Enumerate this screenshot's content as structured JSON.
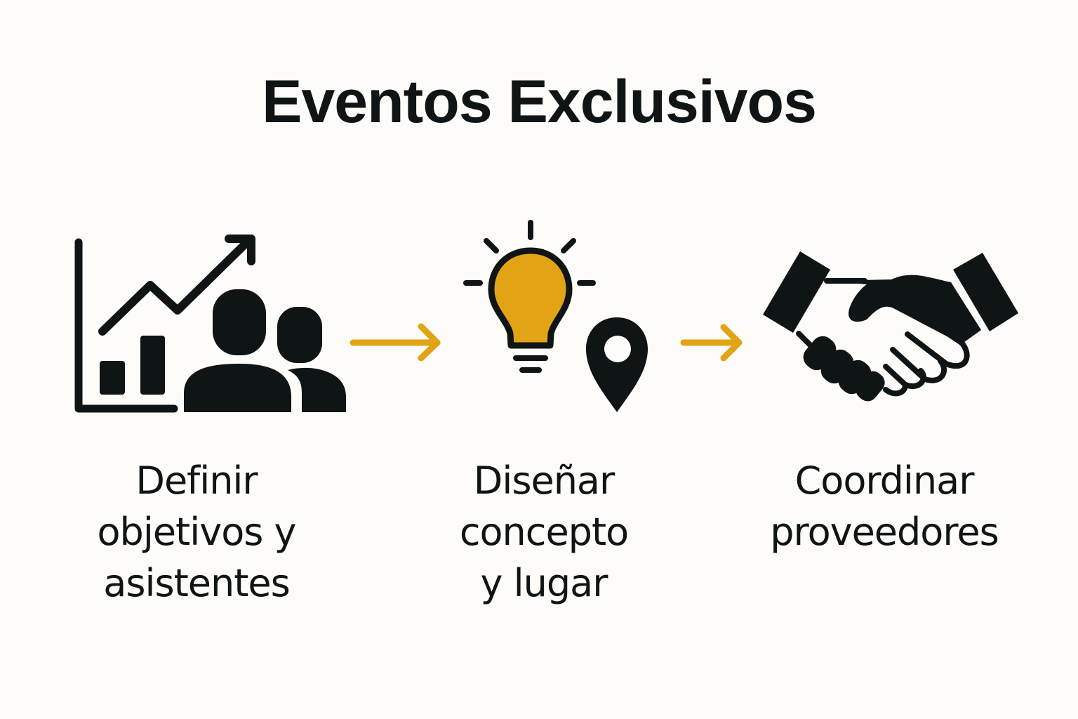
{
  "title": "Eventos Exclusivos",
  "colors": {
    "background": "#fdfcf8",
    "ink": "#0f1414",
    "accent": "#e2a414"
  },
  "steps": [
    {
      "icon": "chart-people-icon",
      "lines": [
        "Definir",
        "objetivos y",
        "asistentes"
      ]
    },
    {
      "icon": "lightbulb-location-icon",
      "lines": [
        "Diseñar",
        "concepto",
        "y lugar"
      ]
    },
    {
      "icon": "handshake-icon",
      "lines": [
        "Coordinar",
        "proveedores"
      ]
    }
  ],
  "connectors": [
    {
      "icon": "arrow-right-icon"
    },
    {
      "icon": "arrow-right-icon"
    }
  ]
}
